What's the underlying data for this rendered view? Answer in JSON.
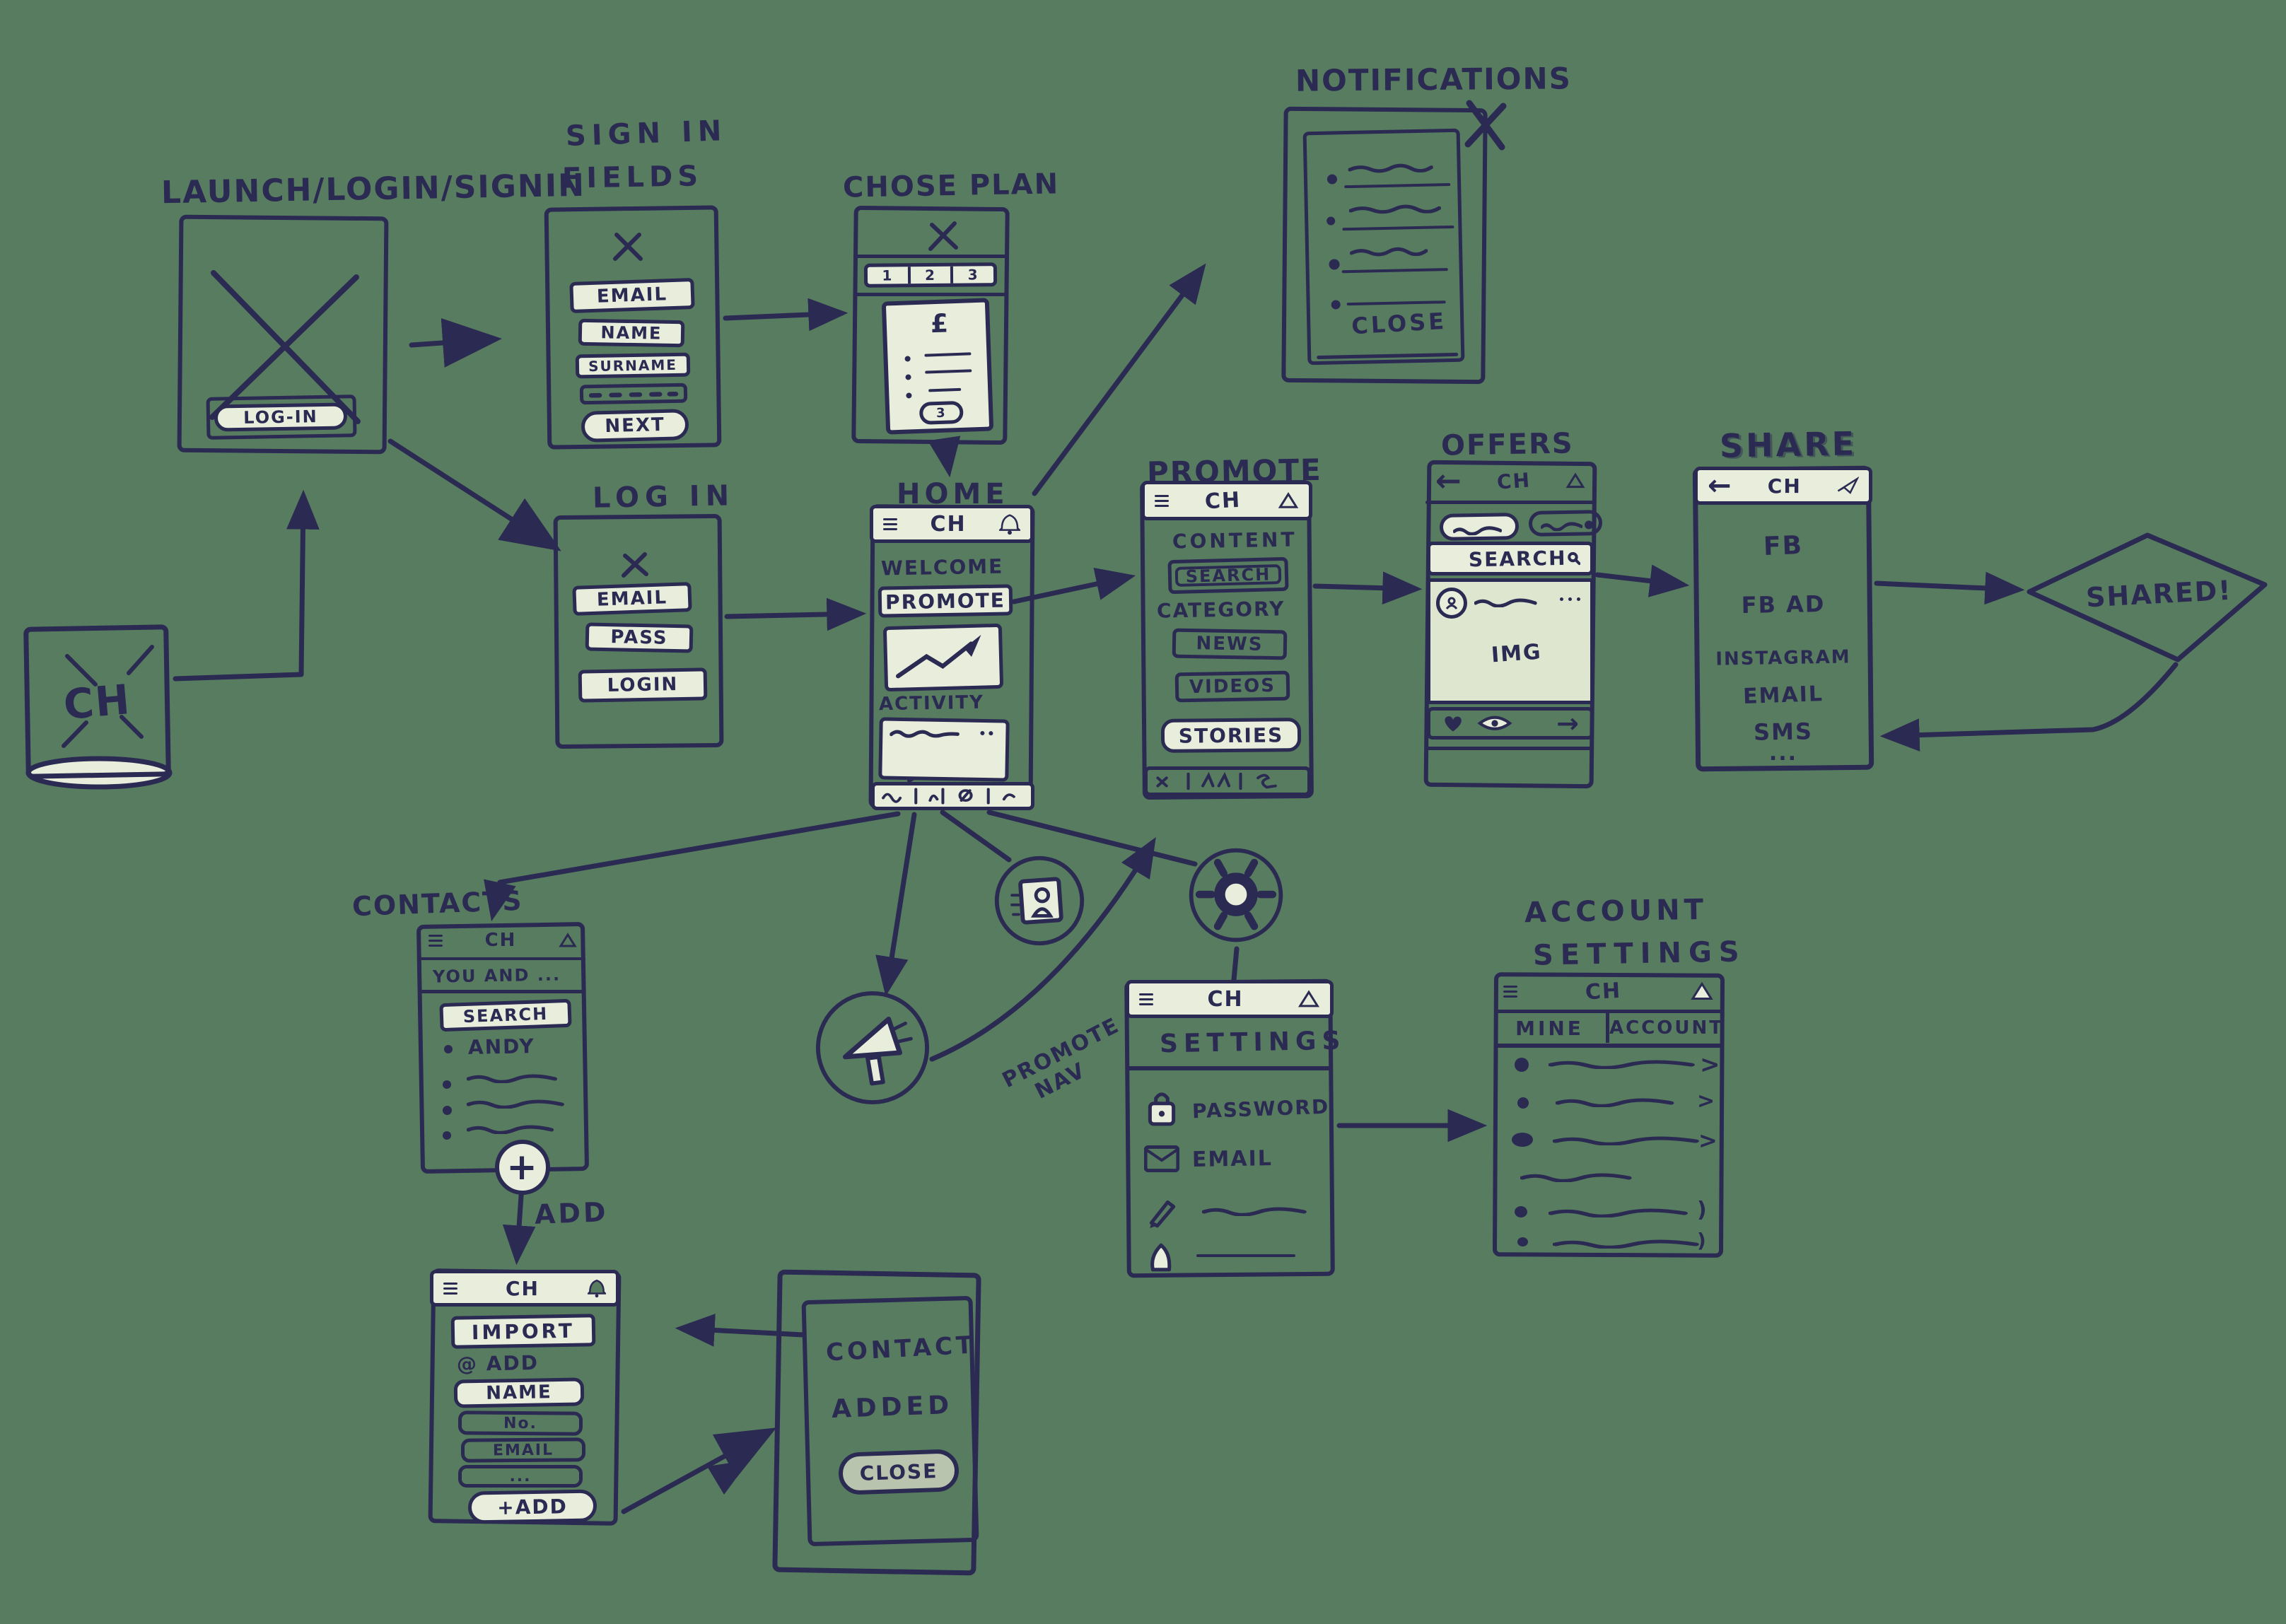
{
  "app": {
    "logo": "CH"
  },
  "colors": {
    "background": "#587c5f",
    "ink": "#2b2a52",
    "paper": "#e8eedb",
    "paper_dim": "#dfe6cf",
    "button_gray": "#b9c4ae"
  },
  "icons": {
    "back": "←",
    "forward": "→",
    "plus": "+",
    "chevron_right": ">",
    "paren": ")"
  },
  "launch": {
    "title": "LAUNCH/LOGIN/SIGNIN",
    "login_button": "LOG-IN"
  },
  "signin_fields": {
    "title_line1": "SIGN IN",
    "title_line2": "FIELDS",
    "email": "EMAIL",
    "name": "NAME",
    "surname": "SURNAME",
    "next_button": "NEXT"
  },
  "choose_plan": {
    "title": "CHOSE PLAN",
    "steps": [
      "1",
      "2",
      "3"
    ],
    "currency": "£",
    "plan_badge": "3"
  },
  "notifications": {
    "title": "NOTIFICATIONS",
    "close_button": "CLOSE"
  },
  "login": {
    "title": "LOG IN",
    "email": "EMAIL",
    "password": "PASS",
    "login_button": "LOGIN"
  },
  "home": {
    "title": "HOME",
    "welcome": "WELCOME",
    "promote_button": "PROMOTE",
    "activity_label": "ACTIVITY"
  },
  "promote": {
    "title": "PROMOTE",
    "content_label": "CONTENT",
    "search": "SEARCH",
    "category_label": "CATEGORY",
    "news": "NEWS",
    "videos": "VIDEOS",
    "stories": "STORIES"
  },
  "offers": {
    "title": "OFFERS",
    "search": "SEARCH",
    "image_label": "IMG"
  },
  "share": {
    "title": "SHARE",
    "options": [
      "FB",
      "FB AD",
      "INSTAGRAM",
      "EMAIL",
      "SMS",
      "..."
    ]
  },
  "decision": {
    "label": "SHARED!"
  },
  "contacts": {
    "title": "CONTACTS",
    "subtitle": "YOU AND ...",
    "search": "SEARCH",
    "contact_1": "ANDY",
    "add_label": "ADD"
  },
  "add_contact": {
    "import_button": "IMPORT",
    "add_row": "@ ADD",
    "name": "NAME",
    "number": "No.",
    "email": "EMAIL",
    "more": "...",
    "add_button": "+ADD"
  },
  "contact_added": {
    "line1": "CONTACT",
    "line2": "ADDED",
    "close_button": "CLOSE"
  },
  "settings": {
    "title": "SETTINGS",
    "item_password": "PASSWORD",
    "item_email": "EMAIL"
  },
  "account_settings": {
    "title_line1": "ACCOUNT",
    "title_line2": "SETTINGS",
    "tab_mine": "MINE",
    "tab_account": "ACCOUNT"
  },
  "annotation": {
    "line1": "PROMOTE",
    "line2": "NAV"
  }
}
